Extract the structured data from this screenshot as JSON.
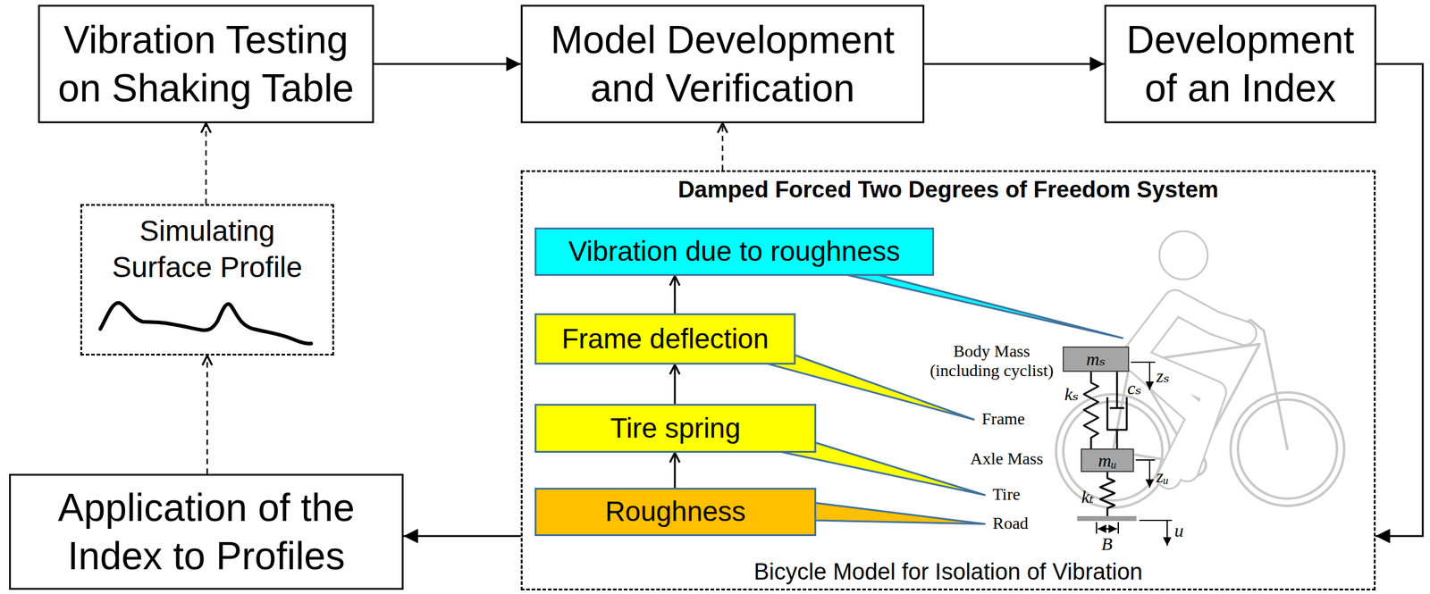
{
  "diagram": {
    "nodes": [
      {
        "text": [
          "Vibration Testing on Shaking Table"
        ]
      },
      {
        "text": [
          "Model Development and Verification"
        ]
      },
      {
        "text": [
          "Development of an Index"
        ]
      },
      {
        "text": [
          "Simulating Surface Profile"
        ]
      },
      {
        "text": [
          "Application of the Index to Profiles"
        ]
      },
      {
        "text": [
          "Damped Forced Two Degrees of Freedom System",
          "Bicycle Model for Isolation of Vibration"
        ]
      },
      {
        "text": [
          "Vibration due to roughness"
        ],
        "in": 5
      },
      {
        "text": [
          "Frame deflection"
        ],
        "in": 5
      },
      {
        "text": [
          "Tire spring"
        ],
        "in": 5
      },
      {
        "text": [
          "Roughness"
        ],
        "in": 5
      },
      {
        "text": [
          "mₛ"
        ],
        "in": 5
      },
      {
        "text": [
          "mᵤ"
        ],
        "in": 5
      }
    ],
    "edges": [
      {
        "from": 0,
        "to": 1,
        "arrow": "to"
      },
      {
        "from": 1,
        "to": 2,
        "arrow": "to"
      },
      {
        "from": 2,
        "to": 5,
        "arrow": "to"
      },
      {
        "from": 5,
        "to": 4,
        "arrow": "to"
      },
      {
        "from": 4,
        "to": 3,
        "arrow": "to"
      },
      {
        "from": 3,
        "to": 0,
        "arrow": "to"
      },
      {
        "from": 5,
        "to": 1,
        "arrow": "to"
      },
      {
        "from": 9,
        "to": 8,
        "arrow": "to"
      },
      {
        "from": 8,
        "to": 7,
        "arrow": "to"
      },
      {
        "from": 7,
        "to": 6,
        "arrow": "to"
      }
    ],
    "labels": [
      "Body Mass (including cyclist)",
      "Frame",
      "Axle Mass",
      "Tire",
      "Road",
      "kₛ",
      "cₛ",
      "zₛ",
      "zᵤ",
      "kₜ",
      "u",
      "B"
    ]
  }
}
